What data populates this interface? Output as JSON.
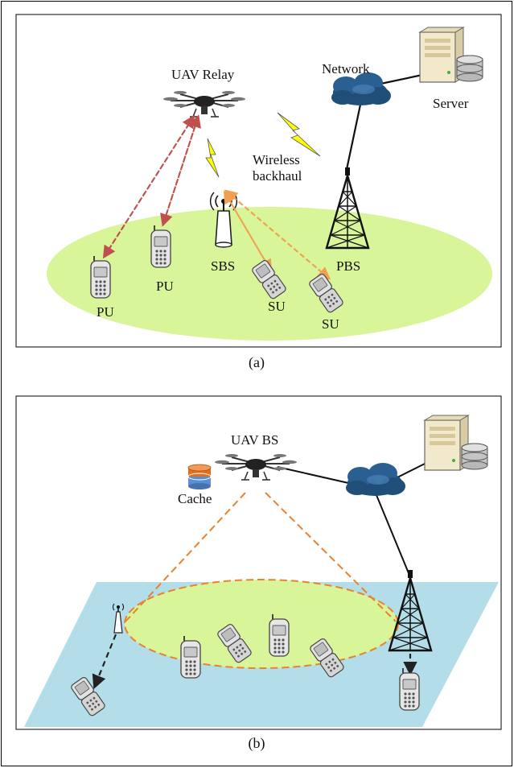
{
  "panel_a": {
    "caption": "(a)",
    "labels": {
      "uav_relay": "UAV Relay",
      "network": "Network",
      "server": "Server",
      "wireless_backhaul_line1": "Wireless",
      "wireless_backhaul_line2": "backhaul",
      "sbs": "SBS",
      "pbs": "PBS",
      "pu_left": "PU",
      "pu_mid": "PU",
      "su_mid": "SU",
      "su_right": "SU"
    }
  },
  "panel_b": {
    "caption": "(b)",
    "labels": {
      "uav_bs": "UAV BS",
      "cache": "Cache"
    }
  },
  "colors": {
    "coverage_green": "#d9f59a",
    "ground_blue": "#b3dde8",
    "relay_link_red": "#c0504d",
    "su_link_orange": "#f0a050",
    "cone_orange": "#e8822e",
    "cloud_blue": "#1f4e79",
    "lightning_yellow": "#ffff00",
    "cache_orange": "#e07020",
    "cache_blue": "#5b8fd0"
  }
}
